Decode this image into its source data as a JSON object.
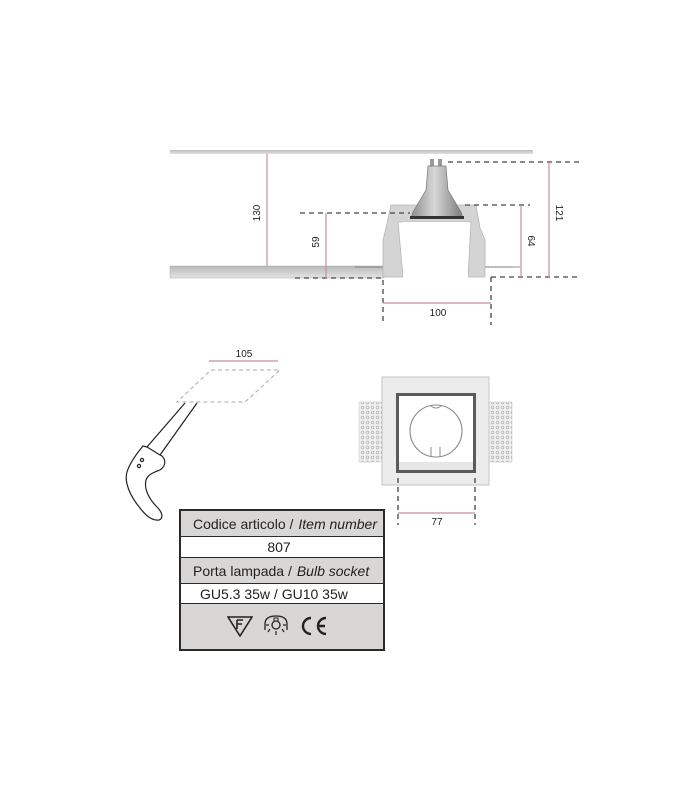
{
  "diagram": {
    "section_view": {
      "dimensions": {
        "ceiling_height": "130",
        "cut_depth": "59",
        "housing_height": "64",
        "total_height": "121",
        "housing_width": "100"
      }
    },
    "cutout_view": {
      "dimensions": {
        "cutout_size": "105"
      },
      "tool_icon": "saw-icon"
    },
    "top_view": {
      "dimensions": {
        "inner_width": "77"
      }
    },
    "colors": {
      "dimension_line": "#c98aaa",
      "dashed_line": "#444444",
      "housing_fill": "#d4d4d4",
      "table_header_fill": "#d9d6d6"
    }
  },
  "spec_table": {
    "item_number_label_it": "Codice articolo /",
    "item_number_label_en": "Item number",
    "item_number_value": "807",
    "bulb_socket_label_it": "Porta lampada /",
    "bulb_socket_label_en": "Bulb socket",
    "bulb_socket_value": "GU5.3 35w / GU10 35w",
    "certification_icons": [
      "f-mark-icon",
      "lamp-safety-icon",
      "ce-mark-icon"
    ]
  }
}
